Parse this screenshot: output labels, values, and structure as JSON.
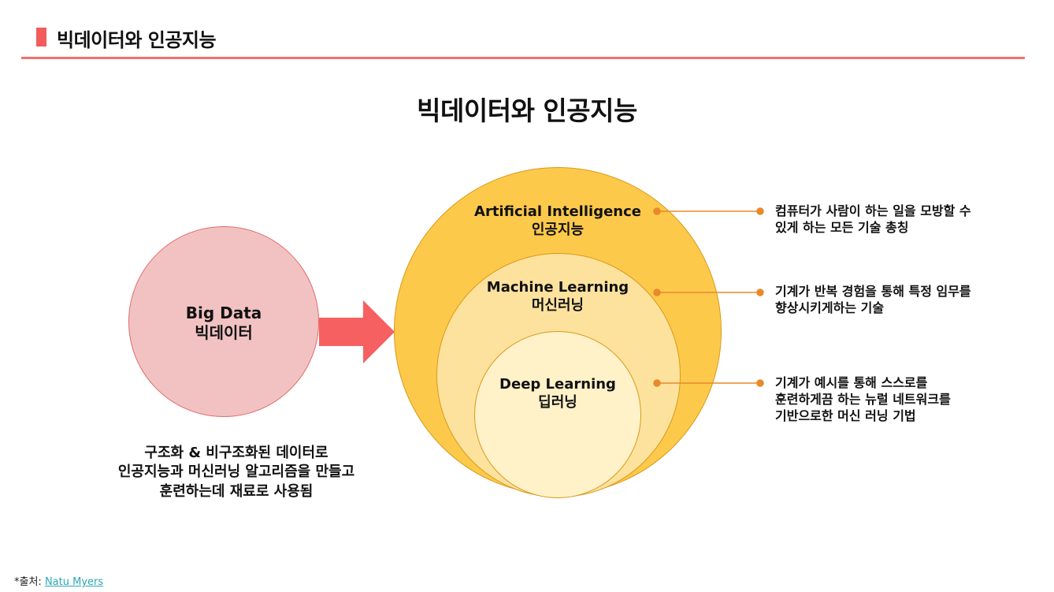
{
  "header": {
    "title": "빅데이터와 인공지능",
    "accent_color": "#f25c5c"
  },
  "main_title": "빅데이터와 인공지능",
  "big_data": {
    "label_en": "Big Data",
    "label_ko": "빅데이터",
    "fill_color": "#f2c2c2",
    "description": [
      "구조화 & 비구조화된 데이터로",
      "인공지능과 머신러닝 알고리즘을 만들고",
      "훈련하는데 재료로 사용됨"
    ]
  },
  "arrow": {
    "icon": "right-arrow-icon",
    "color": "#f76060"
  },
  "circles": [
    {
      "id": "ai",
      "label_en": "Artificial Intelligence",
      "label_ko": "인공지능",
      "fill_color": "#fdc94b",
      "description": [
        "컴퓨터가 사람이 하는 일을 모방할 수",
        "있게 하는 모든 기술 총칭"
      ]
    },
    {
      "id": "ml",
      "label_en": "Machine Learning",
      "label_ko": "머신러닝",
      "fill_color": "#fde29e",
      "description": [
        "기계가 반복 경험을 통해 특정 임무를",
        "향상시키게하는 기술"
      ]
    },
    {
      "id": "dl",
      "label_en": "Deep Learning",
      "label_ko": "딥러닝",
      "fill_color": "#fff1c8",
      "description": [
        "기계가 예시를 통해 스스로를",
        "훈련하게끔 하는 뉴럴 네트워크를",
        "기반으로한 머신 러닝 기법"
      ]
    }
  ],
  "connector_color": "#e8892a",
  "footer": {
    "prefix": "*출처: ",
    "link_text": "Natu Myers"
  }
}
